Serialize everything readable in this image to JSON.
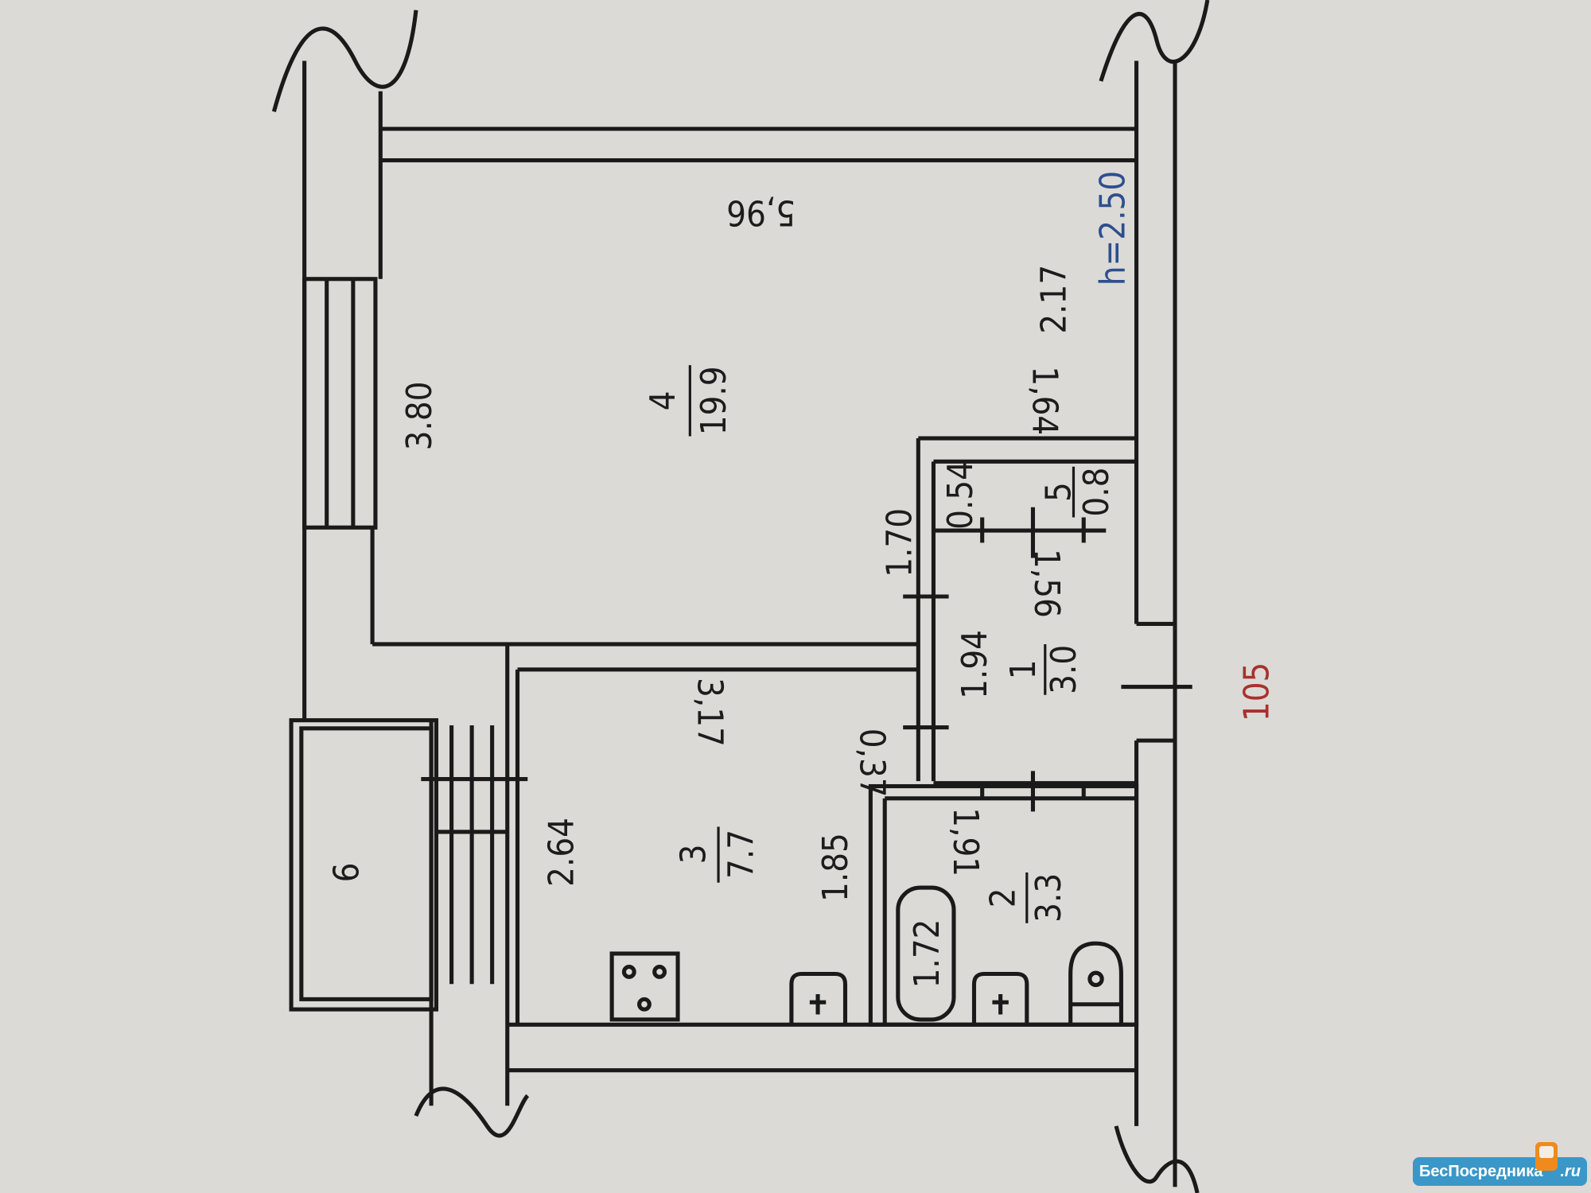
{
  "plan": {
    "ceiling_height": "h=2.50",
    "wall_thickness_label": "105",
    "rooms": [
      {
        "number": "4",
        "area": "19.9"
      },
      {
        "number": "3",
        "area": "7.7"
      },
      {
        "number": "1",
        "area": "3.0"
      },
      {
        "number": "2",
        "area": "3.3"
      },
      {
        "number": "5",
        "area": "0.8"
      },
      {
        "number": "6"
      }
    ],
    "dimensions": {
      "d596": "5,96",
      "d380": "3.80",
      "d217": "2.17",
      "d164": "1,64",
      "d170": "1.70",
      "d054": "0.54",
      "d156": "1,56",
      "d194": "1.94",
      "d317": "3,17",
      "d037": "0,37",
      "d264": "2.64",
      "d185": "1.85",
      "d191": "1,91",
      "d172": "1.72"
    },
    "colors": {
      "ink": "#1a1a1a",
      "blue": "#2c4f8f",
      "red": "#a8322c",
      "paper": "#dcdad6"
    }
  },
  "watermark": {
    "brand": "БесПосредника",
    "tld": ".ru"
  }
}
